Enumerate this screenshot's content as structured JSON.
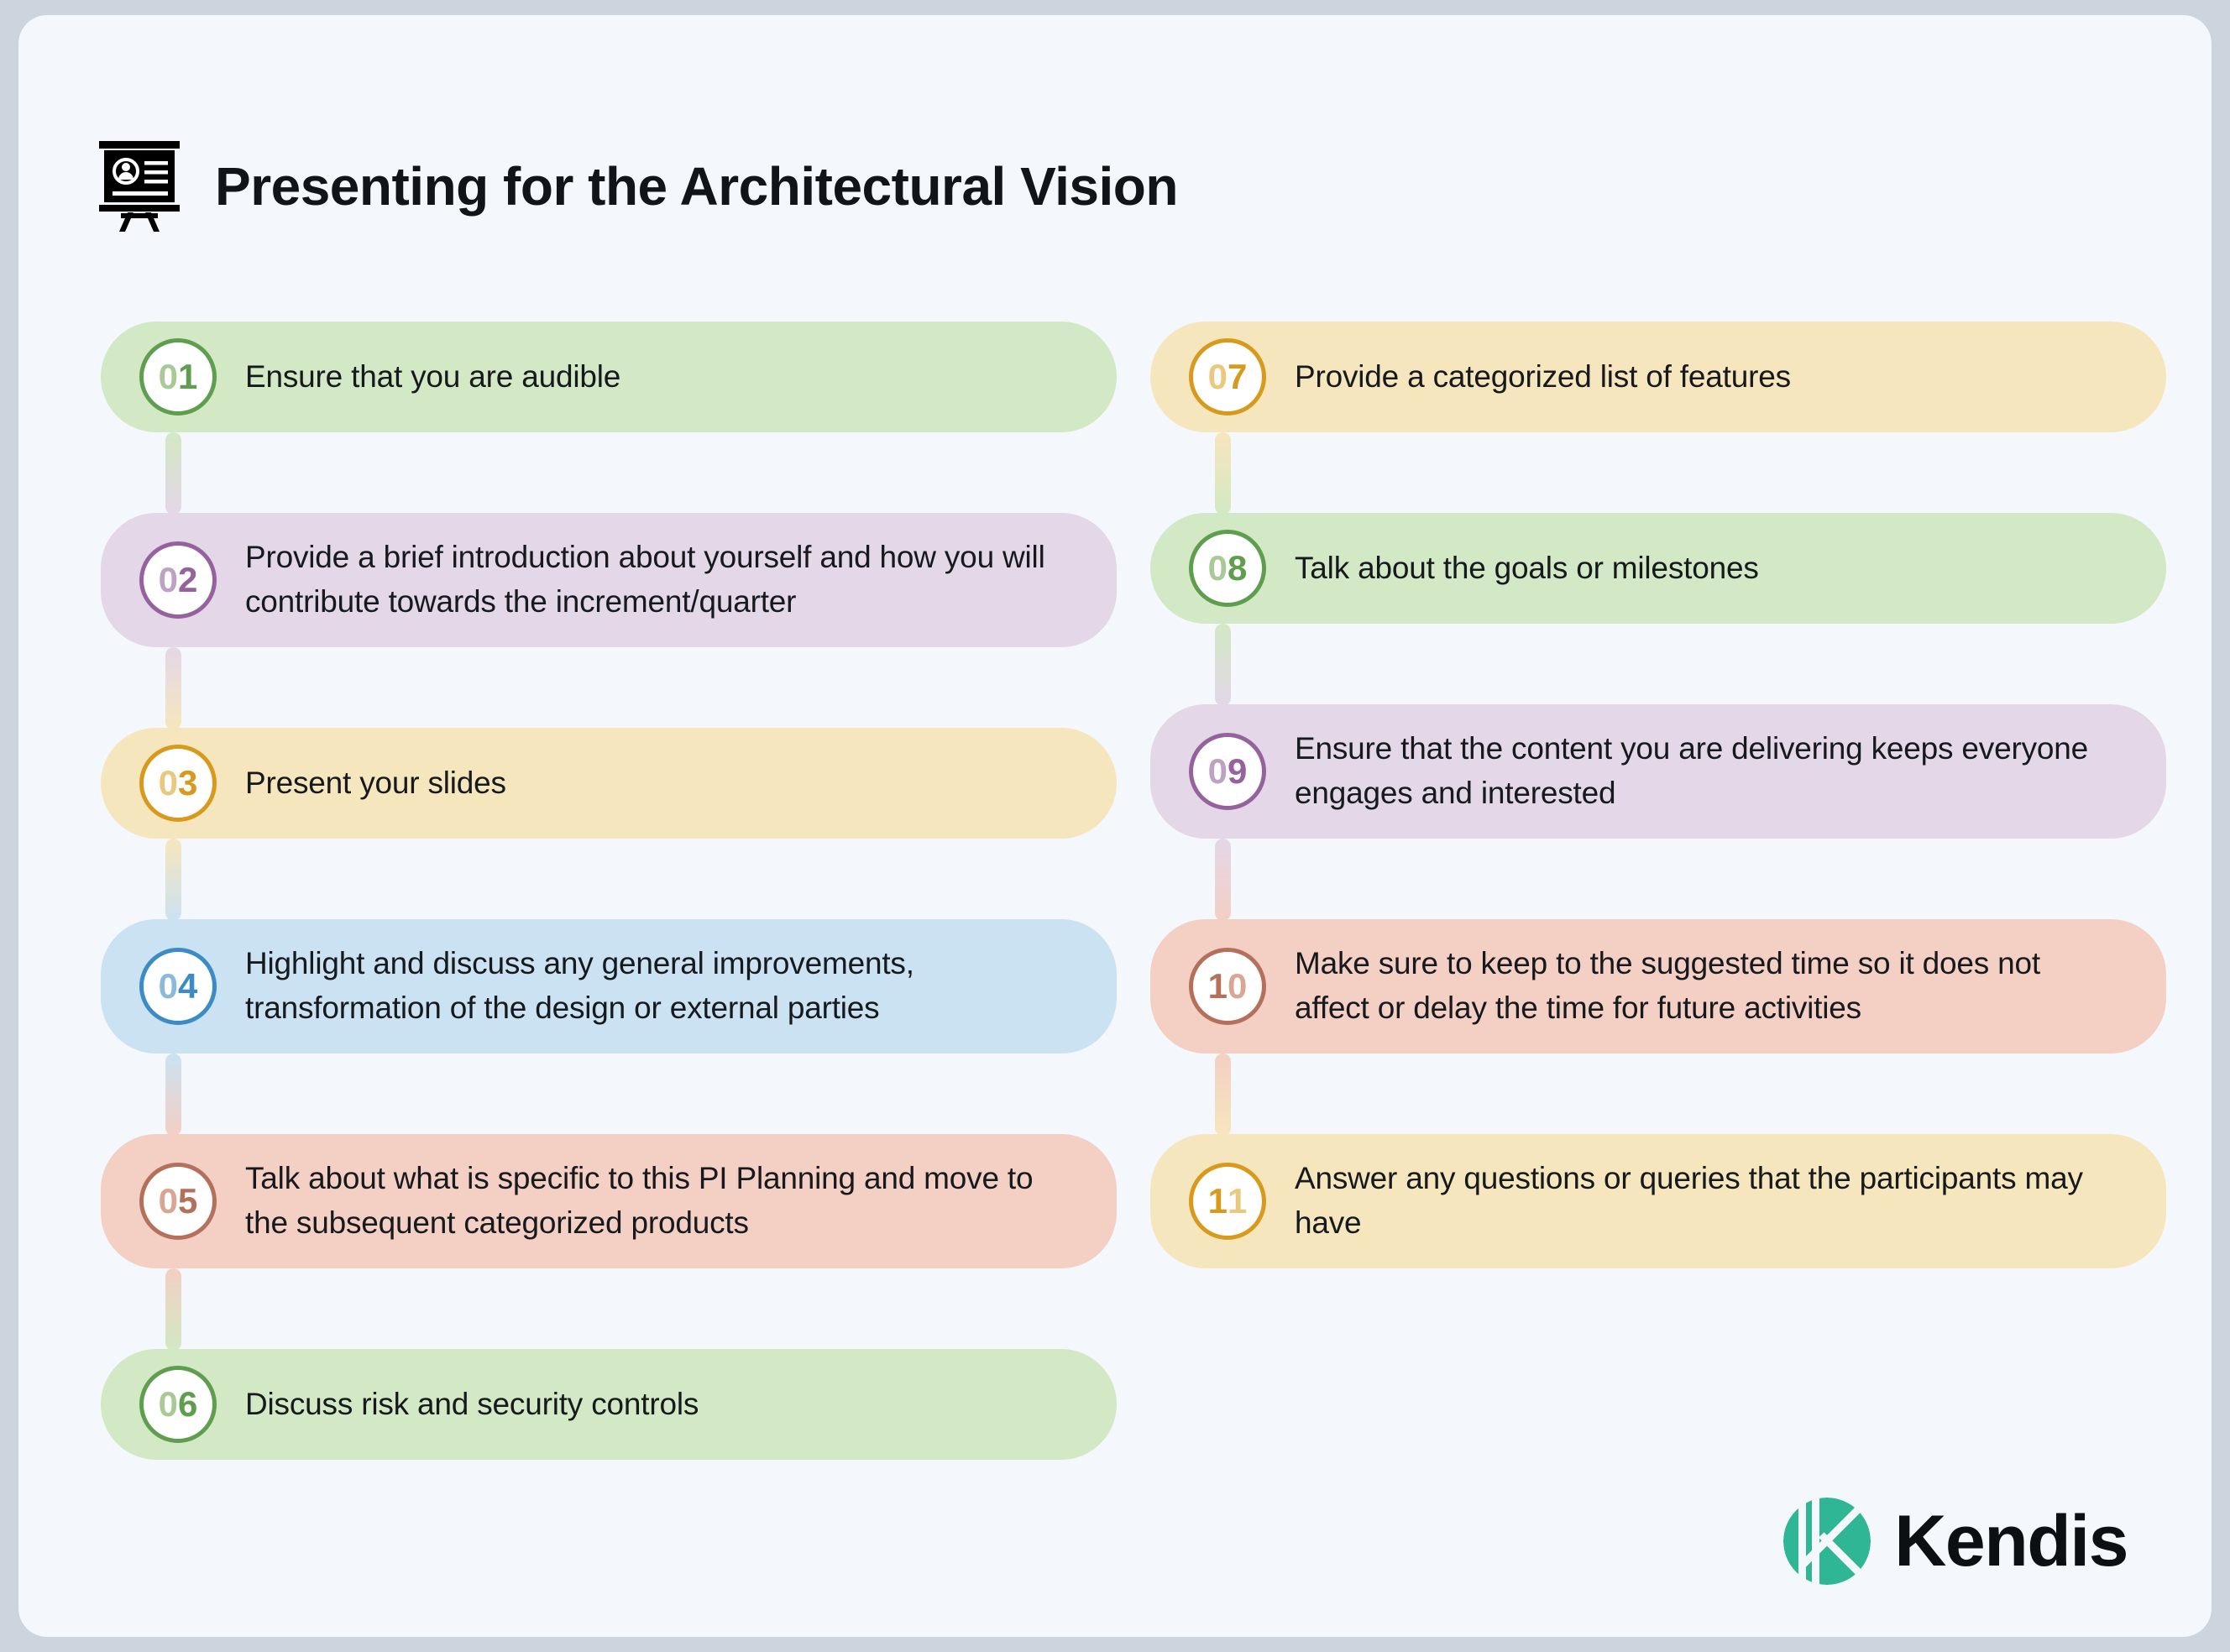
{
  "header": {
    "title": "Presenting for the Architectural Vision",
    "icon": "presentation-board-icon"
  },
  "palette": {
    "page_background": "#f4f8fd",
    "outer_background": "#ccd4de",
    "text": "#16191d",
    "green_fill": "#d3e8c4",
    "green_accent": "#5e9e4e",
    "green_light": "#a9c996",
    "purple_fill": "#e3d7e8",
    "purple_accent": "#96629e",
    "purple_light": "#bda2c4",
    "yellow_fill": "#f6e6bd",
    "yellow_accent": "#d79a1c",
    "yellow_light": "#e8c97f",
    "blue_fill": "#cbe2f2",
    "blue_accent": "#3d8bc4",
    "blue_light": "#8cb9d9",
    "red_fill": "#f3cfc4",
    "red_accent": "#b5705b",
    "red_light": "#d9a595",
    "logo_teal": "#2fb695"
  },
  "left_column": [
    {
      "number": "01",
      "dark_digit_index": 1,
      "text": "Ensure that you are audible",
      "color": "green",
      "tall": false
    },
    {
      "number": "02",
      "dark_digit_index": 1,
      "text": "Provide a brief introduction about yourself and how you will contribute towards the increment/quarter",
      "color": "purple",
      "tall": true
    },
    {
      "number": "03",
      "dark_digit_index": 1,
      "text": "Present your slides",
      "color": "yellow",
      "tall": false
    },
    {
      "number": "04",
      "dark_digit_index": 1,
      "text": "Highlight and discuss any general improvements, transformation of the design or external parties",
      "color": "blue",
      "tall": true
    },
    {
      "number": "05",
      "dark_digit_index": 1,
      "text": "Talk about what is specific to this PI Planning and move to the subsequent categorized products",
      "color": "red",
      "tall": true
    },
    {
      "number": "06",
      "dark_digit_index": 1,
      "text": "Discuss risk and security controls",
      "color": "green",
      "tall": false
    }
  ],
  "right_column": [
    {
      "number": "07",
      "dark_digit_index": 1,
      "text": "Provide a categorized list of features",
      "color": "yellow",
      "tall": false
    },
    {
      "number": "08",
      "dark_digit_index": 1,
      "text": "Talk about the goals or milestones",
      "color": "green",
      "tall": false
    },
    {
      "number": "09",
      "dark_digit_index": 1,
      "text": "Ensure that the content you are delivering keeps everyone engages and interested",
      "color": "purple",
      "tall": true
    },
    {
      "number": "10",
      "dark_digit_index": 0,
      "text": "Make sure to keep to the suggested time so it does not affect or delay the time for future activities",
      "color": "red",
      "tall": true
    },
    {
      "number": "11",
      "dark_digit_index": 0,
      "text": "Answer any questions or queries that the participants may have",
      "color": "yellow",
      "tall": true
    }
  ],
  "footer": {
    "brand": "Kendis",
    "logo_icon": "kendis-k-logo-icon"
  }
}
